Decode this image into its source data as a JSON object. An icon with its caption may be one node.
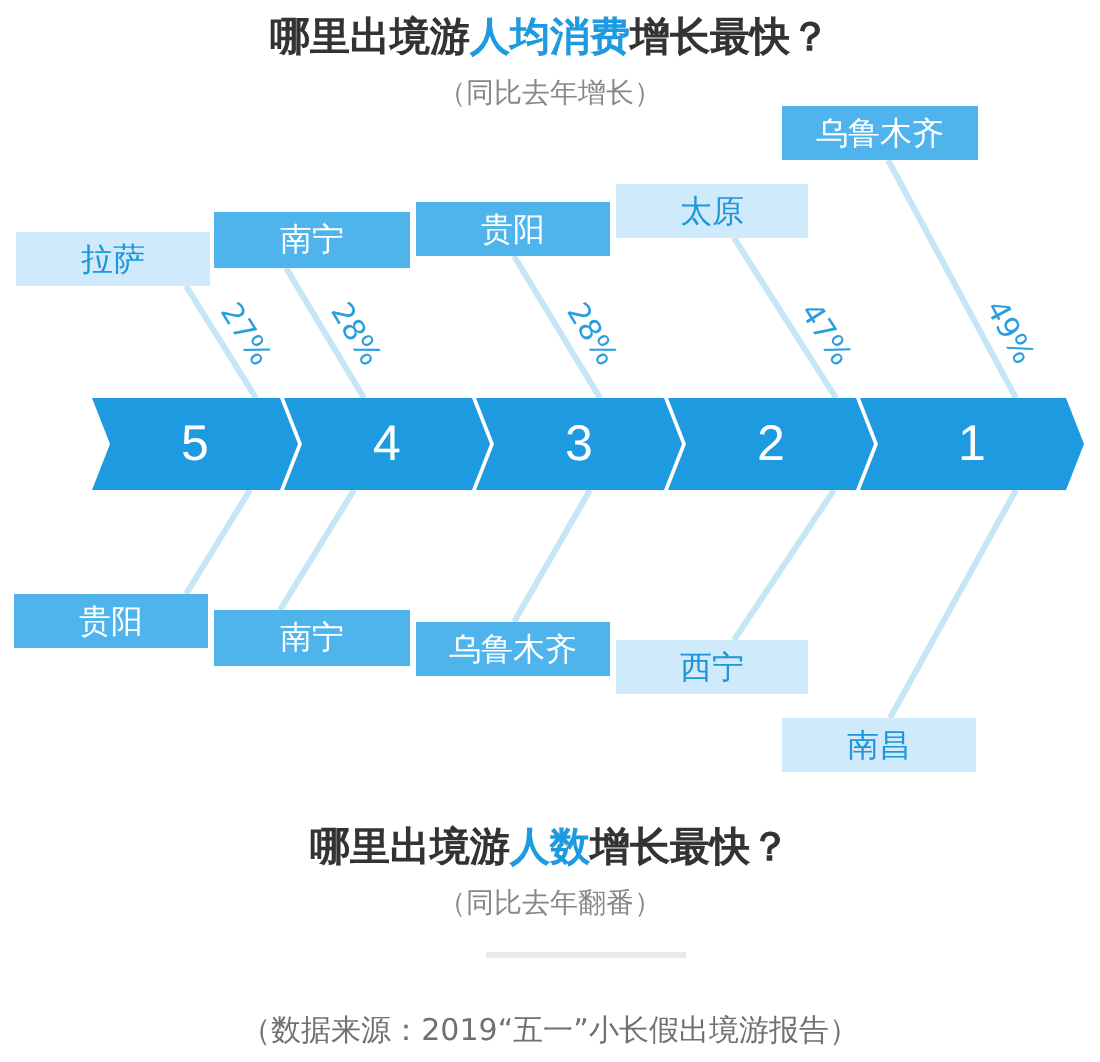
{
  "diagram": {
    "title": "哪里出境游**人均消费**增长最快？",
    "caption": "（数据来源：2019“五一”小长假出境游报告）",
    "nodes": [
      {
        "text": [
          "拉萨"
        ]
      },
      {
        "text": [
          "南宁"
        ]
      },
      {
        "text": [
          "贵阳"
        ]
      },
      {
        "text": [
          "太原"
        ]
      },
      {
        "text": [
          "乌鲁木齐"
        ]
      },
      {
        "text": [
          "5"
        ]
      },
      {
        "text": [
          "4"
        ]
      },
      {
        "text": [
          "3"
        ]
      },
      {
        "text": [
          "2"
        ]
      },
      {
        "text": [
          "1"
        ]
      },
      {
        "text": [
          "贵阳"
        ]
      },
      {
        "text": [
          "南宁"
        ]
      },
      {
        "text": [
          "乌鲁木齐"
        ]
      },
      {
        "text": [
          "西宁"
        ]
      },
      {
        "text": [
          "南昌"
        ]
      }
    ],
    "edges": [
      {
        "from": 0,
        "to": 5,
        "arrow": "none",
        "label": "27%"
      },
      {
        "from": 1,
        "to": 6,
        "arrow": "none",
        "label": "28%"
      },
      {
        "from": 2,
        "to": 7,
        "arrow": "none",
        "label": "28%"
      },
      {
        "from": 3,
        "to": 8,
        "arrow": "none",
        "label": "47%"
      },
      {
        "from": 4,
        "to": 9,
        "arrow": "none",
        "label": "49%"
      },
      {
        "from": 5,
        "to": 10,
        "arrow": "none"
      },
      {
        "from": 6,
        "to": 11,
        "arrow": "none"
      },
      {
        "from": 7,
        "to": 12,
        "arrow": "none"
      },
      {
        "from": 8,
        "to": 13,
        "arrow": "none"
      },
      {
        "from": 9,
        "to": 14,
        "arrow": "none"
      }
    ],
    "labels": [
      "（同比去年增长）",
      "哪里出境游**人数**增长最快？",
      "（同比去年翻番）"
    ]
  }
}
